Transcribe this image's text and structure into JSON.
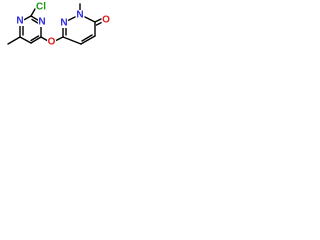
{
  "molecule": {
    "atom_labels": {
      "cl": "Cl",
      "n_pyrimidine_top": "N",
      "n_pyrimidine_bottom": "N",
      "o_ether": "O",
      "n_pyridazine_1": "N",
      "n_pyridazine_2": "N",
      "o_carbonyl": "O"
    },
    "colors": {
      "chlorine": "#1a9a1a",
      "nitrogen": "#2a2ae0",
      "oxygen": "#e01a1a",
      "bond": "#000000"
    }
  }
}
